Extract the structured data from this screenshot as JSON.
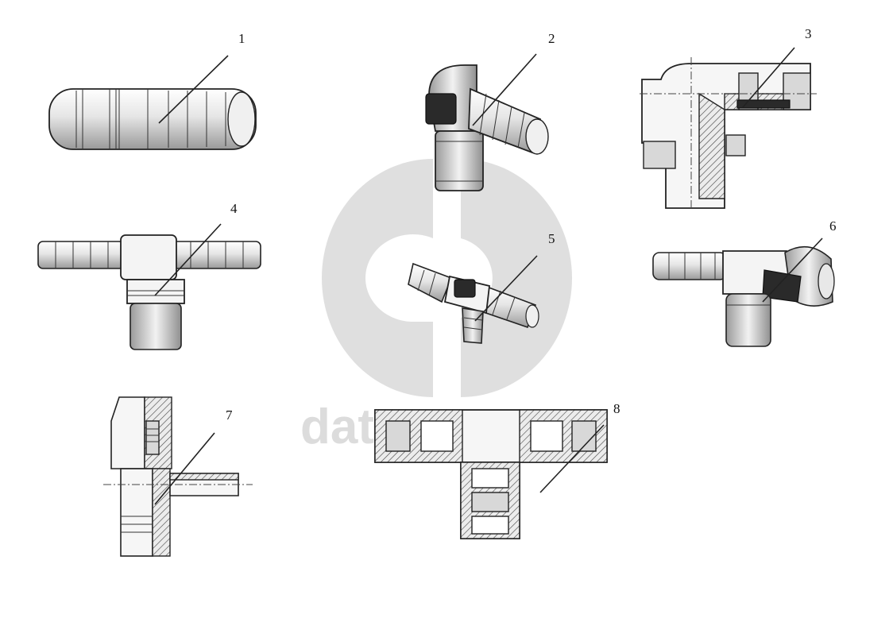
{
  "figure": {
    "labels": [
      "1",
      "2",
      "3",
      "4",
      "5",
      "6",
      "7",
      "8"
    ],
    "watermark": "dataparts.ru",
    "colors": {
      "line": "#222222",
      "watermark": "#d9d9d9",
      "background": "#ffffff"
    }
  }
}
